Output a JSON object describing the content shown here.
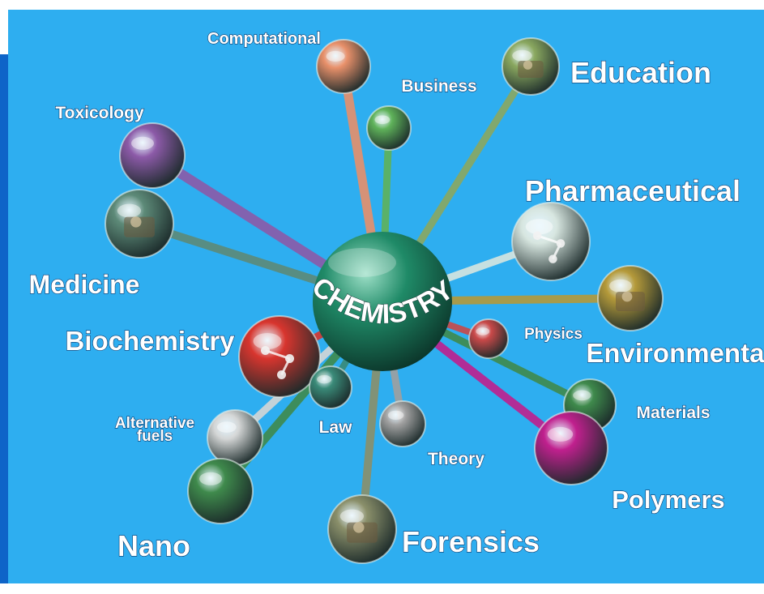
{
  "diagram": {
    "hub_label": "CHEMISTRY",
    "colors": {
      "background": "#2eaef0",
      "sidebar": "#0e64c8",
      "hub": "#1f8a67",
      "label_text": "#ffffff"
    },
    "nodes": [
      {
        "id": "computational",
        "label": "Computational",
        "color": "#e8906a",
        "icon": "sphere"
      },
      {
        "id": "business",
        "label": "Business",
        "color": "#5fb25a",
        "icon": "sphere"
      },
      {
        "id": "education",
        "label": "Education",
        "color": "#8aa860",
        "icon": "photo-sphere"
      },
      {
        "id": "toxicology",
        "label": "Toxicology",
        "color": "#8c5aa8",
        "icon": "sphere"
      },
      {
        "id": "pharmaceutical",
        "label": "Pharmaceutical",
        "color": "#d7e6e0",
        "icon": "molecule-sphere"
      },
      {
        "id": "medicine",
        "label": "Medicine",
        "color": "#5d8a78",
        "icon": "photo-sphere"
      },
      {
        "id": "environmental",
        "label": "Environmental",
        "color": "#b59a3a",
        "icon": "photo-sphere"
      },
      {
        "id": "physics",
        "label": "Physics",
        "color": "#c94949",
        "icon": "sphere"
      },
      {
        "id": "biochemistry",
        "label": "Biochemistry",
        "color": "#d8352e",
        "icon": "molecule-sphere"
      },
      {
        "id": "materials",
        "label": "Materials",
        "color": "#3f8a4c",
        "icon": "sphere"
      },
      {
        "id": "alternative_fuels",
        "label": "Alternative\nfuels",
        "label_lines": [
          "Alternative",
          "fuels"
        ],
        "color": "#d4d6d6",
        "icon": "sphere"
      },
      {
        "id": "law",
        "label": "Law",
        "color": "#3a8a78",
        "icon": "sphere"
      },
      {
        "id": "theory",
        "label": "Theory",
        "color": "#a0a0a0",
        "icon": "sphere"
      },
      {
        "id": "polymers",
        "label": "Polymers",
        "color": "#c0208e",
        "icon": "sphere"
      },
      {
        "id": "nano",
        "label": "Nano",
        "color": "#3f8a4c",
        "icon": "sphere"
      },
      {
        "id": "forensics",
        "label": "Forensics",
        "color": "#8a8f6a",
        "icon": "photo-sphere"
      }
    ]
  }
}
